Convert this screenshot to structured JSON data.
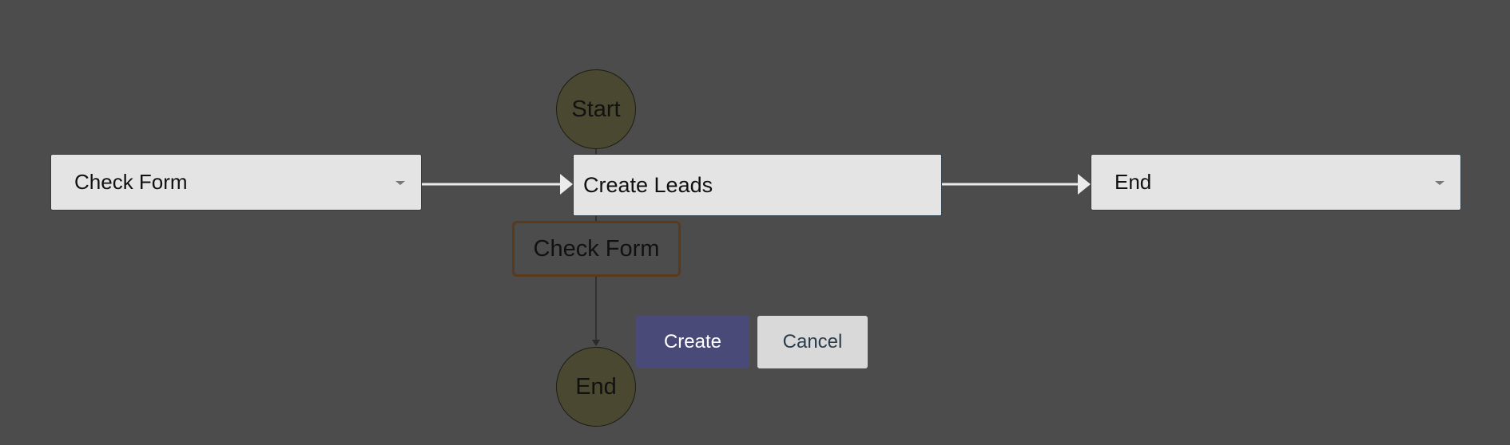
{
  "left_select": {
    "value": "Check Form"
  },
  "right_select": {
    "value": "End"
  },
  "editor": {
    "value": "Create Leads"
  },
  "diagram": {
    "start_node": "Start",
    "task_node": "Check Form",
    "end_node": "End"
  },
  "actions": {
    "create_label": "Create",
    "cancel_label": "Cancel"
  },
  "colors": {
    "background": "#4c4c4c",
    "create_button": "#4a4a78",
    "cancel_button": "#d9d9d9",
    "circle_node": "#4a4831",
    "task_border": "#5a3a1a"
  }
}
